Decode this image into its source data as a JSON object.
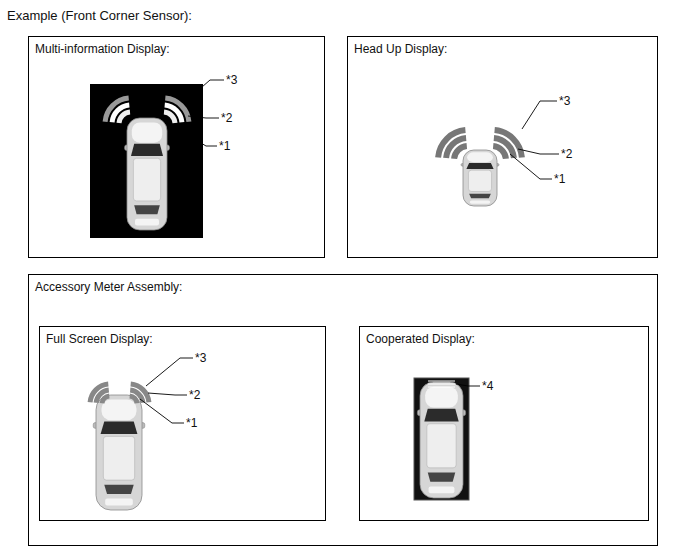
{
  "diagram": {
    "title": "Example (Front Corner Sensor):",
    "nodes": [
      {
        "text": [
          "Multi-information Display:"
        ]
      },
      {
        "text": [
          "Head Up Display:"
        ]
      },
      {
        "text": [
          "Accessory Meter Assembly:"
        ]
      },
      {
        "text": [
          "Full Screen Display:"
        ],
        "in": 2
      },
      {
        "text": [
          "Cooperated Display:"
        ],
        "in": 2
      }
    ],
    "labels": [
      "*3",
      "*2",
      "*1",
      "*3",
      "*2",
      "*1",
      "*3",
      "*2",
      "*1",
      "*4"
    ]
  }
}
